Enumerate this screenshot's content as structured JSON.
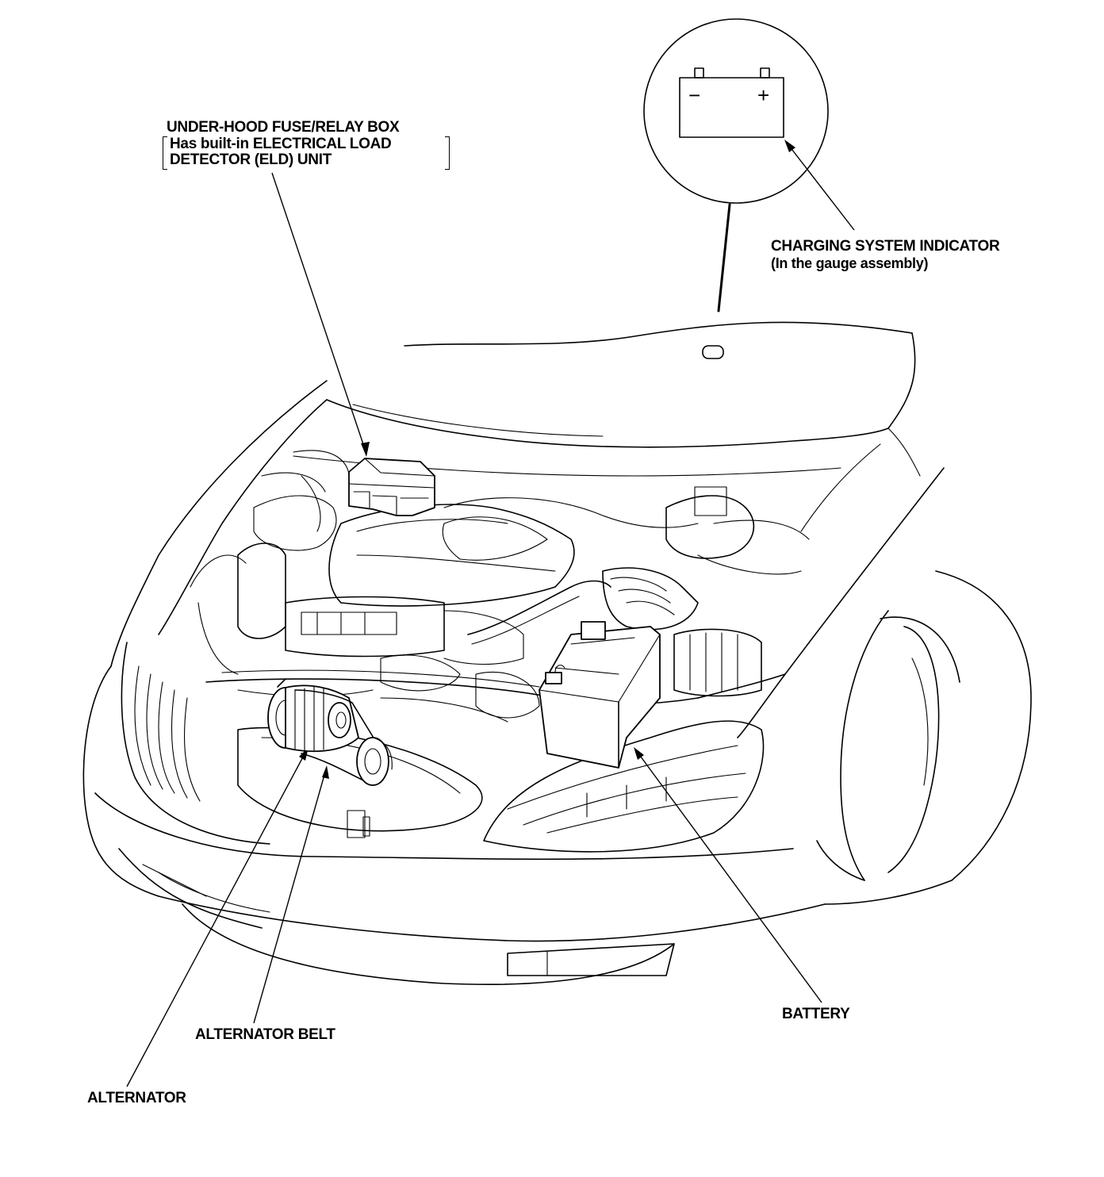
{
  "labels": {
    "fuse_box_title": "UNDER-HOOD FUSE/RELAY BOX",
    "fuse_box_note_line1": "Has built-in ELECTRICAL LOAD",
    "fuse_box_note_line2": "DETECTOR (ELD) UNIT",
    "charging_indicator": "CHARGING SYSTEM INDICATOR",
    "charging_indicator_note": "(In the gauge assembly)",
    "battery": "BATTERY",
    "alternator_belt": "ALTERNATOR BELT",
    "alternator": "ALTERNATOR"
  },
  "indicator_symbol": {
    "minus": "−",
    "plus": "+"
  }
}
